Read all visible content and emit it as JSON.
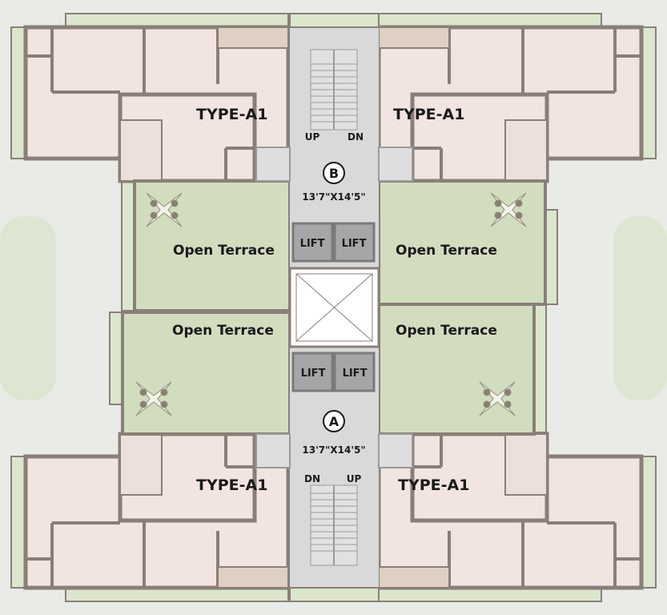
{
  "units": {
    "top_left": "TYPE-A1",
    "top_right": "TYPE-A1",
    "bottom_left": "TYPE-A1",
    "bottom_right": "TYPE-A1"
  },
  "terraces": {
    "top_left": "Open Terrace",
    "top_right": "Open Terrace",
    "bottom_left": "Open Terrace",
    "bottom_right": "Open Terrace"
  },
  "core": {
    "lifts": [
      "LIFT",
      "LIFT",
      "LIFT",
      "LIFT"
    ],
    "stair_b": {
      "marker": "B",
      "size": "13'7\"X14'5\"",
      "up": "UP",
      "dn": "DN"
    },
    "stair_a": {
      "marker": "A",
      "size": "13'7\"X14'5\"",
      "up": "UP",
      "dn": "DN"
    }
  },
  "colors": {
    "background": "#e9ebe6",
    "flat": "#f1e4e1",
    "terrace": "#d2dcbf",
    "balcony": "#dbe6cc",
    "wall": "#8a7f78",
    "lift": "#a6a6a8",
    "core": "#d9d9d9"
  }
}
